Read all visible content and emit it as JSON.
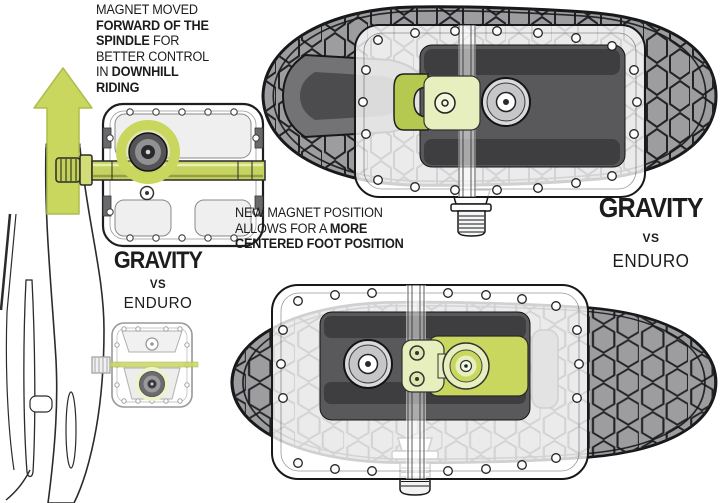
{
  "palette": {
    "lime": "#c9d75f",
    "lime_bright": "#b5c84f",
    "lime_pale": "#e8efbe",
    "lime_deep": "#93a03f",
    "ink": "#1c1c1e",
    "sole": "#9d9da0",
    "sole_dark": "#737376",
    "sole_darker": "#4c4c4e",
    "pedal_dark": "#59595b",
    "pedal_darker": "#3e3e40"
  },
  "notes": {
    "downhill": {
      "lines": [
        {
          "segments": [
            {
              "text": "MAGNET MOVED",
              "bold": false
            }
          ]
        },
        {
          "segments": [
            {
              "text": "FORWARD OF THE",
              "bold": true
            }
          ]
        },
        {
          "segments": [
            {
              "text": "SPINDLE",
              "bold": true
            },
            {
              "text": " FOR",
              "bold": false
            }
          ]
        },
        {
          "segments": [
            {
              "text": "BETTER CONTROL",
              "bold": false
            }
          ]
        },
        {
          "segments": [
            {
              "text": "IN ",
              "bold": false
            },
            {
              "text": "DOWNHILL",
              "bold": true
            }
          ]
        },
        {
          "segments": [
            {
              "text": "RIDING",
              "bold": true
            }
          ]
        }
      ]
    },
    "centered": {
      "lines": [
        {
          "segments": [
            {
              "text": "NEW MAGNET POSITION",
              "bold": false
            }
          ]
        },
        {
          "segments": [
            {
              "text": "ALLOWS FOR A ",
              "bold": false
            },
            {
              "text": "MORE",
              "bold": true
            }
          ]
        },
        {
          "segments": [
            {
              "text": "CENTERED FOOT POSITION",
              "bold": true
            }
          ]
        }
      ]
    }
  },
  "comparisons": {
    "left": {
      "winner": "GRAVITY",
      "versus": "VS",
      "rival": "ENDURO"
    },
    "right": {
      "winner": "GRAVITY",
      "versus": "VS",
      "rival": "ENDURO"
    }
  },
  "illustrations": {
    "up_arrow": "up-arrow-icon",
    "crank": "bike-crank-arm",
    "gravity_pedal": "gravity-pedal-top-view",
    "enduro_pedal": "enduro-pedal-top-view",
    "gravity_shoe": "shoe-sole-with-gravity-pedal",
    "enduro_shoe": "shoe-sole-with-enduro-pedal"
  }
}
